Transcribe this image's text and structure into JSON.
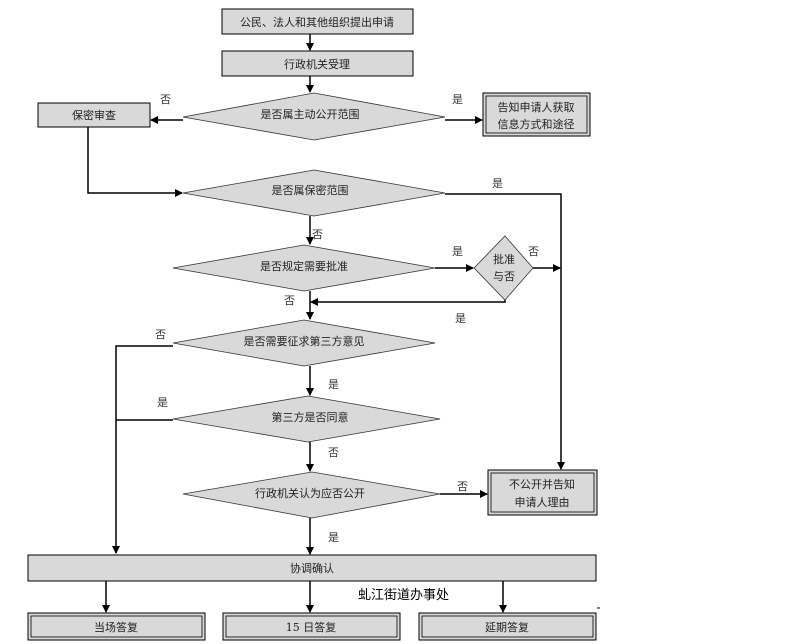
{
  "nodes": {
    "apply": "公民、法人和其他组织提出申请",
    "accept": "行政机关受理",
    "q_active_public": "是否属主动公开范围",
    "secrecy_review": "保密审查",
    "inform_line1": "告知申请人获取",
    "inform_line2": "信息方式和途径",
    "q_secret": "是否属保密范围",
    "q_need_approval": "是否规定需要批准",
    "approval_line1": "批准",
    "approval_line2": "与否",
    "q_third_party": "是否需要征求第三方意见",
    "q_third_agree": "第三方是否同意",
    "q_agency_decide": "行政机关认为应否公开",
    "refuse_line1": "不公开并告知",
    "refuse_line2": "申请人理由",
    "coordinate": "协调确认",
    "reply_immediate": "当场答复",
    "reply_15days": "15 日答复",
    "reply_extended": "延期答复"
  },
  "edge_labels": {
    "yes": "是",
    "no": "否"
  },
  "footer_org": "虬江街道办事处"
}
